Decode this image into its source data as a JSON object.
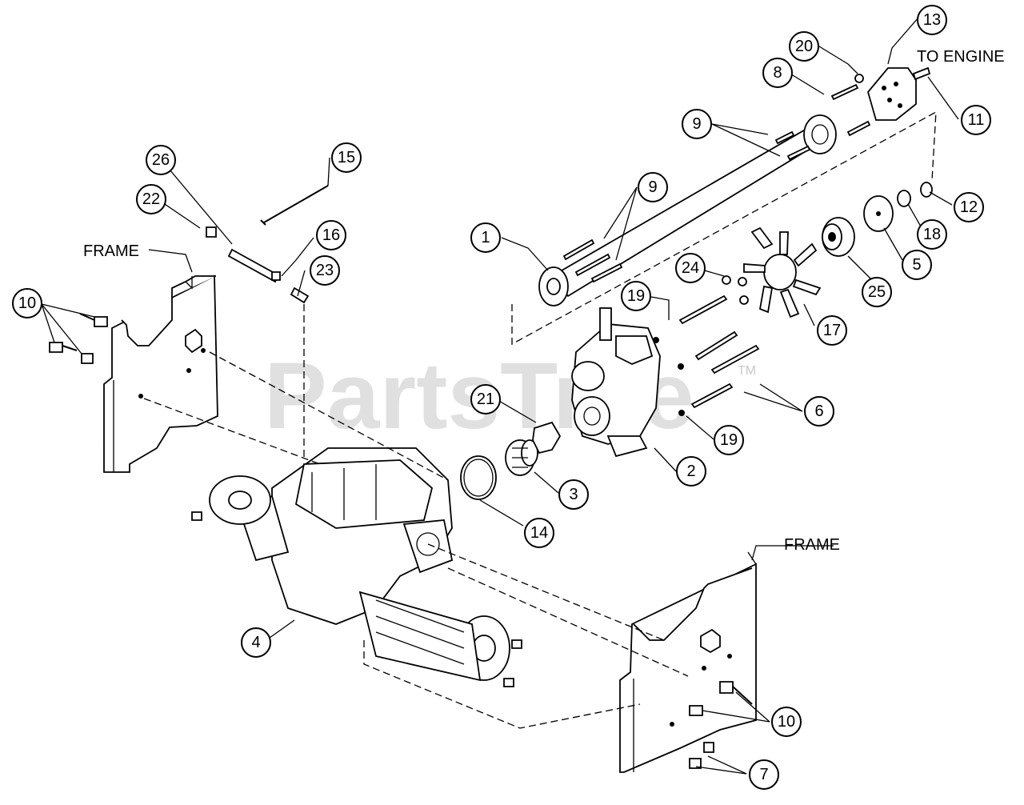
{
  "watermark": {
    "text": "PartsTree",
    "tm": "TM"
  },
  "labels": {
    "frame_left": "FRAME",
    "frame_right": "FRAME",
    "to_engine": "TO ENGINE"
  },
  "callouts": {
    "c1": "1",
    "c2": "2",
    "c3": "3",
    "c4": "4",
    "c5": "5",
    "c6": "6",
    "c7": "7",
    "c8": "8",
    "c9a": "9",
    "c9b": "9",
    "c10a": "10",
    "c10b": "10",
    "c11": "11",
    "c12": "12",
    "c13": "13",
    "c14": "14",
    "c15": "15",
    "c16": "16",
    "c17": "17",
    "c18": "18",
    "c19a": "19",
    "c19b": "19",
    "c20": "20",
    "c21": "21",
    "c22": "22",
    "c23": "23",
    "c24": "24",
    "c25": "25",
    "c26": "26"
  }
}
